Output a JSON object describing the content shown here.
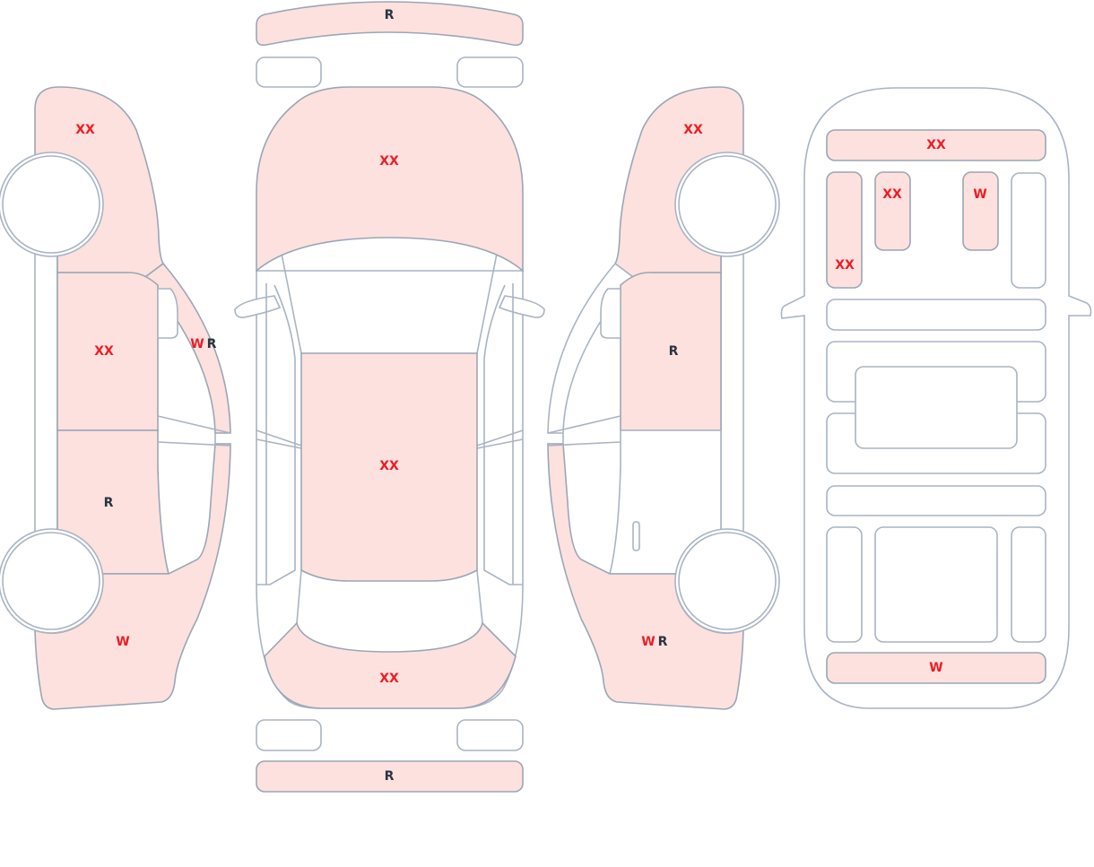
{
  "colors": {
    "damaged_fill": "#fde1df",
    "outline": "#9aa6b6",
    "code_red": "#ed1c24",
    "code_dark": "#2b3340"
  },
  "left_side": {
    "front_fender": "XX",
    "front_door": "XX",
    "rear_door": "R",
    "rear_quarter": "W",
    "roof_rail_w": "W",
    "roof_rail_r": "R"
  },
  "top_view": {
    "front_bumper": "R",
    "hood": "XX",
    "roof": "XX",
    "trunk": "XX",
    "rear_bumper": "R"
  },
  "right_side": {
    "front_fender": "XX",
    "front_door": "R",
    "rear_quarter_w": "W",
    "rear_quarter_r": "R"
  },
  "interior": {
    "dashboard": "XX",
    "front_left_panel": "XX",
    "front_seat_left": "XX",
    "front_seat_right": "W",
    "rear_floor": "W"
  }
}
